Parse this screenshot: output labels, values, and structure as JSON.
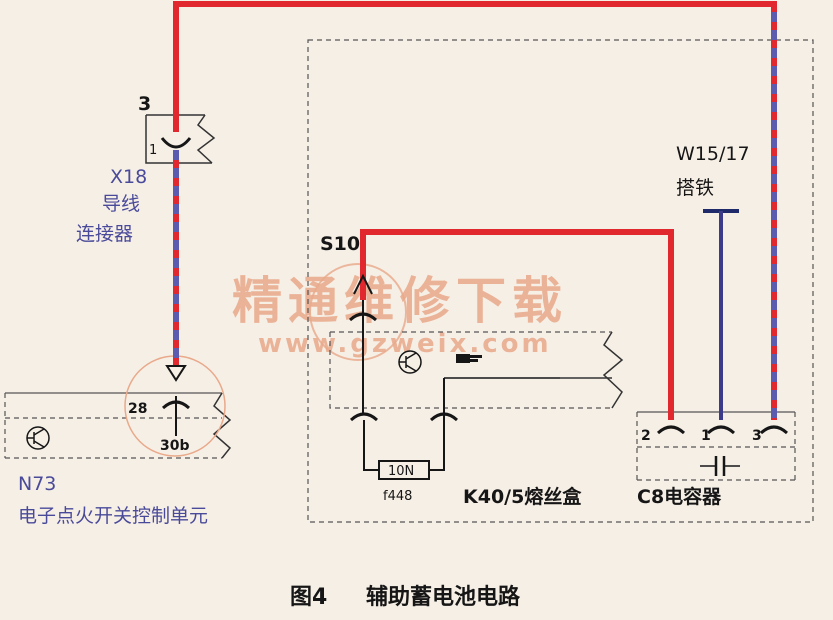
{
  "connector_x18": {
    "pin_top": "3",
    "pin_number": "1",
    "code": "X18",
    "name_line1": "导线",
    "name_line2": "连接器"
  },
  "module_n73": {
    "pin_number": "28",
    "terminal": "30b",
    "code": "N73",
    "name": "电子点火开关控制单元"
  },
  "fuse_box_k40": {
    "splice": "S10",
    "fuse_rating": "10N",
    "fuse_id": "f448",
    "name": "K40/5熔丝盒"
  },
  "ground_w15": {
    "code": "W15/17",
    "name": "搭铁"
  },
  "capacitor_c8": {
    "pins": [
      "2",
      "1",
      "3"
    ],
    "name": "C8电容器"
  },
  "watermark": {
    "line1": "精通维修下载",
    "line2": "www.gzweix.com"
  },
  "caption": {
    "figure": "图4",
    "title": "辅助蓄电池电路"
  },
  "colors": {
    "wire_red": "#e0282e",
    "wire_blue": "#5b5bb0",
    "ink": "#161616",
    "label_blue": "#4a4a9a",
    "watermark": "#e9a98a",
    "background": "#f6efe6"
  }
}
